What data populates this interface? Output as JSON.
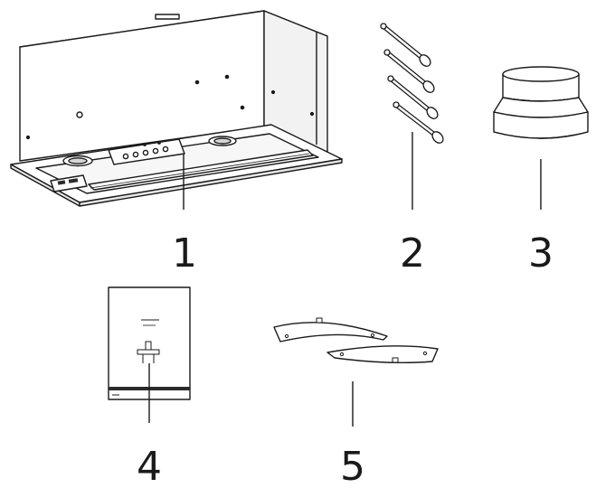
{
  "diagram": {
    "parts": [
      {
        "number": "1",
        "name": "range-hood-body"
      },
      {
        "number": "2",
        "name": "mounting-screws"
      },
      {
        "number": "3",
        "name": "duct-adapter"
      },
      {
        "number": "4",
        "name": "instruction-manual"
      },
      {
        "number": "5",
        "name": "damper-flaps"
      }
    ]
  },
  "colors": {
    "line": "#1a1a1a",
    "fill": "#ffffff",
    "shade": "#d6d6d6",
    "dark": "#2b2b2b"
  },
  "icons": [
    "hood-illustration",
    "screw-illustration",
    "duct-adapter-illustration",
    "manual-illustration",
    "damper-flap-illustration"
  ]
}
